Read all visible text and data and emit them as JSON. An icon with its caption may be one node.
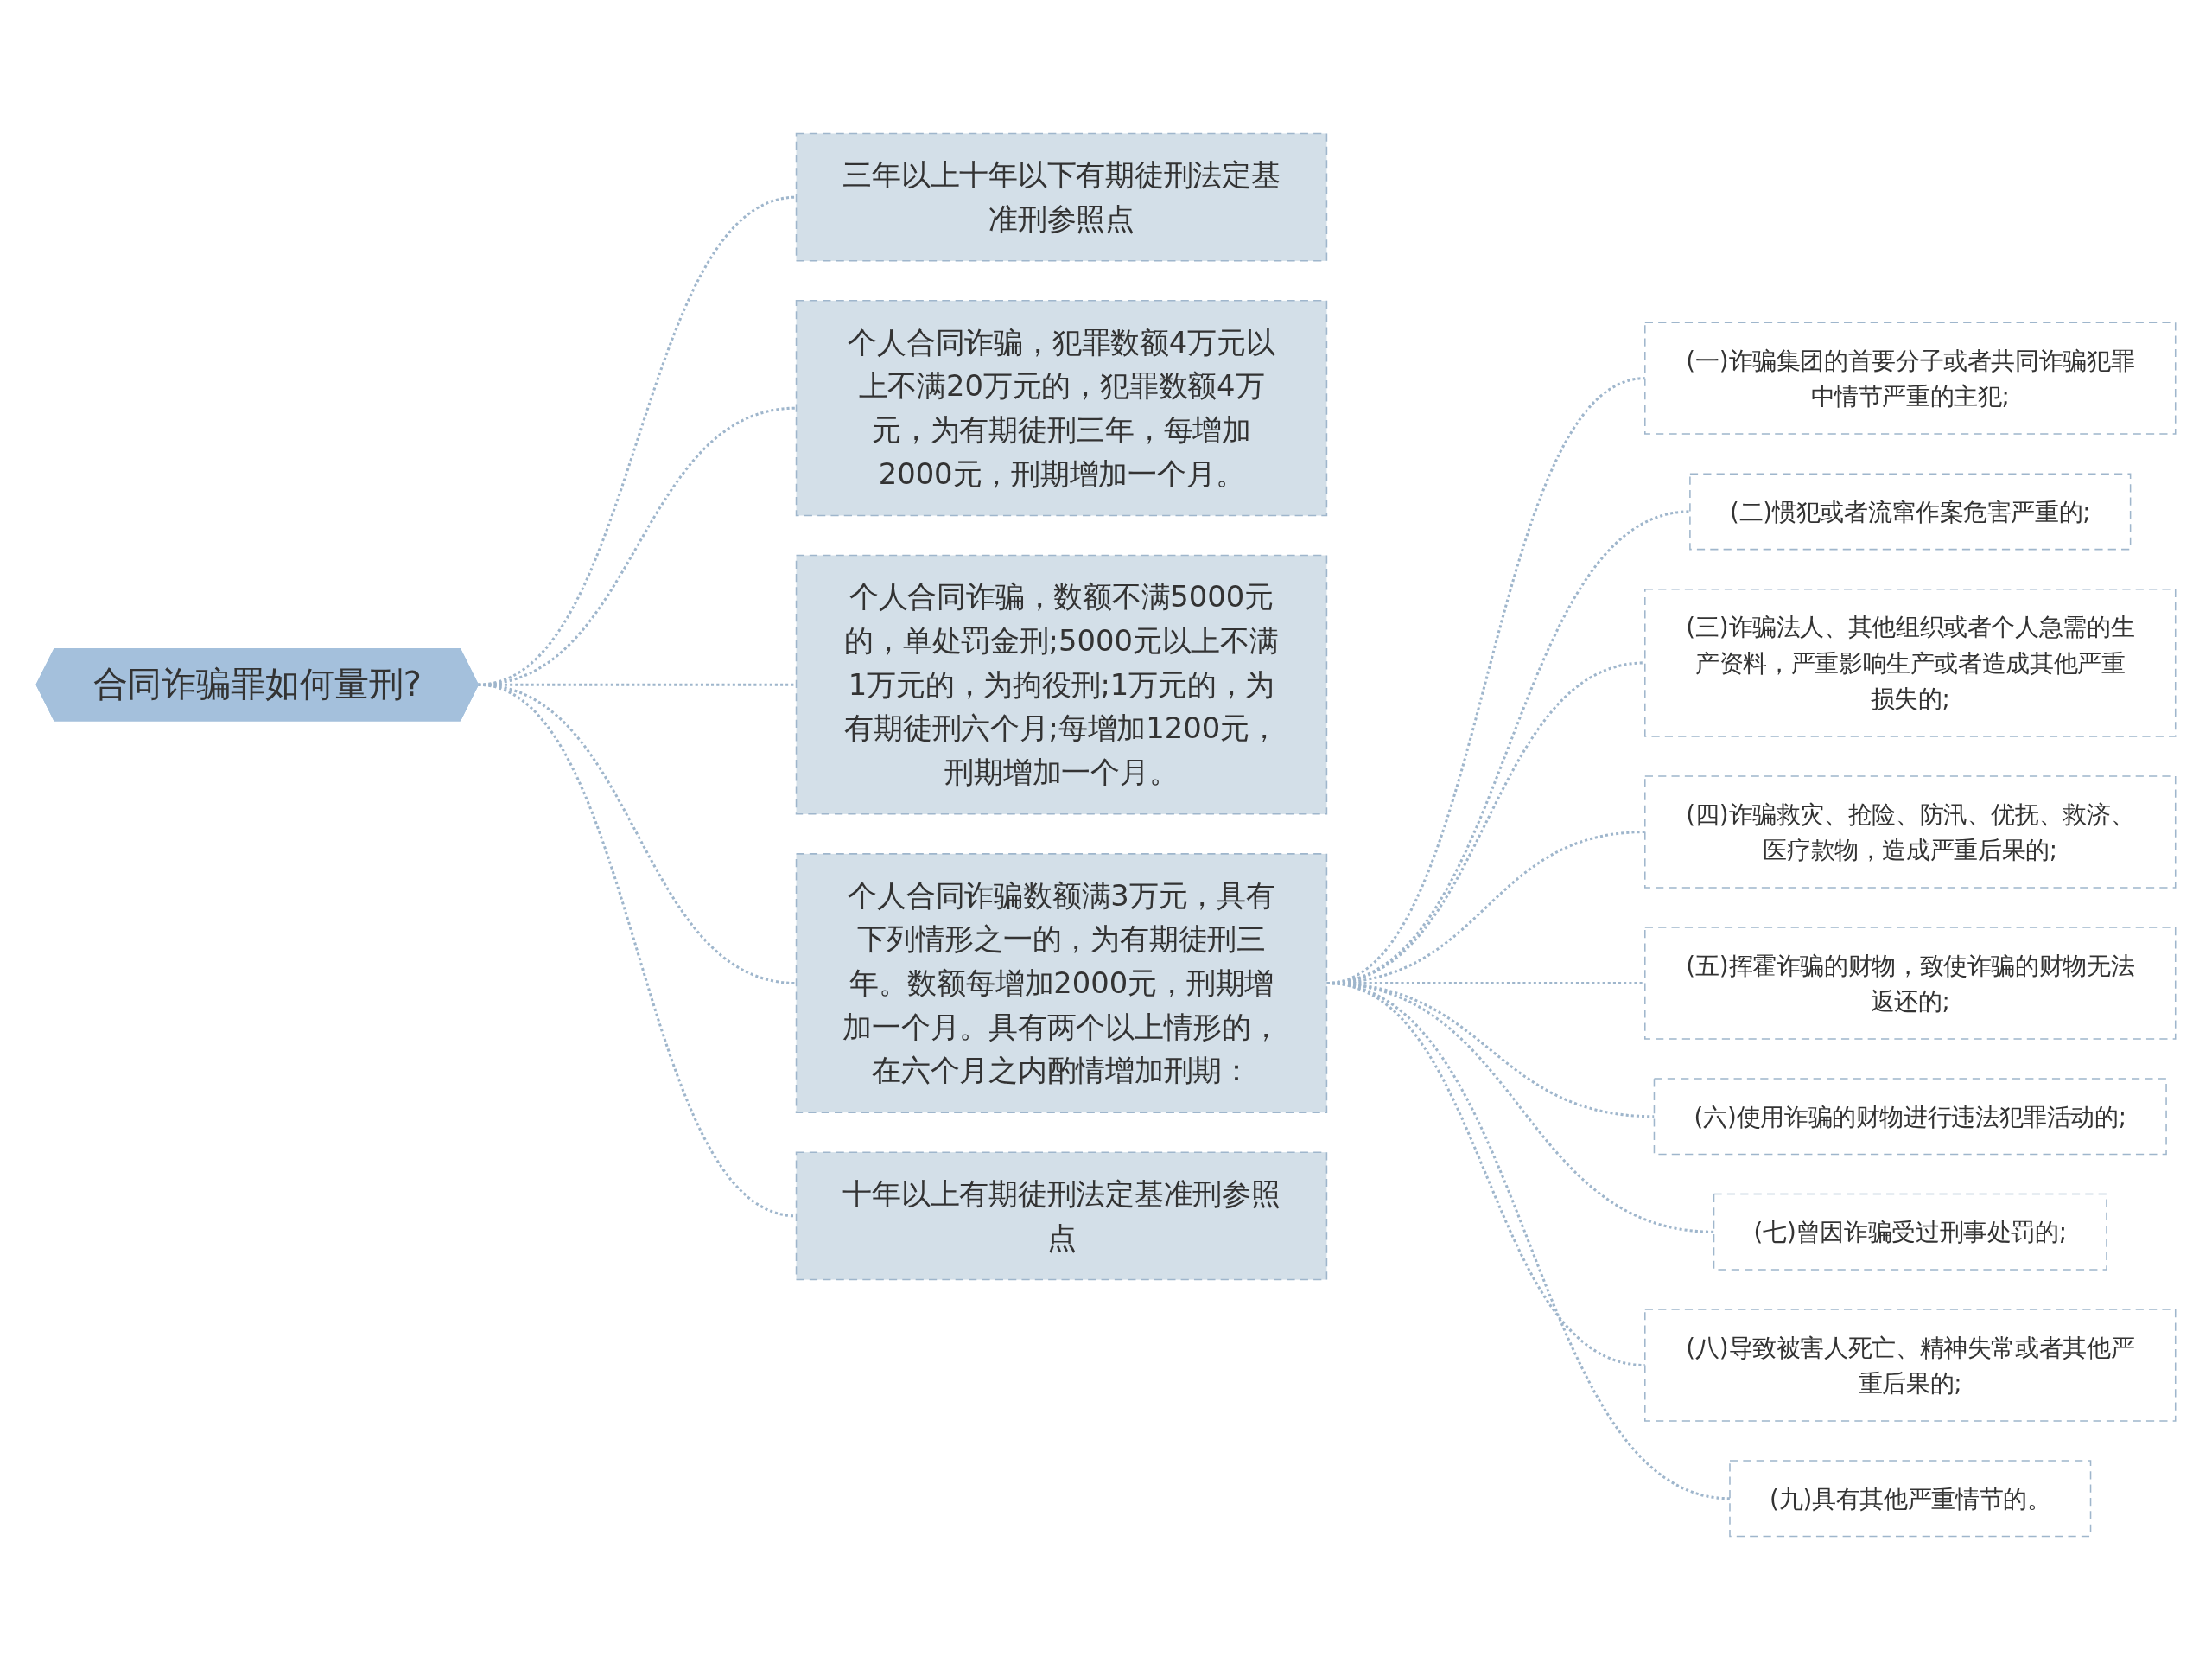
{
  "diagram": {
    "nodes": [
      {
        "text": [
          "合同诈骗罪如何量刑?"
        ]
      },
      {
        "text": [
          "三年以上十年以下有期徒刑法定基准刑参照点"
        ]
      },
      {
        "text": [
          "个人合同诈骗，犯罪数额4万元以上不满20万元的，犯罪数额4万元，为有期徒刑三年，每增加2000元，刑期增加一个月。"
        ]
      },
      {
        "text": [
          "个人合同诈骗，数额不满5000元的，单处罚金刑;5000元以上不满1万元的，为拘役刑;1万元的，为有期徒刑六个月;每增加1200元，刑期增加一个月。"
        ]
      },
      {
        "text": [
          "个人合同诈骗数额满3万元，具有下列情形之一的，为有期徒刑三年。数额每增加2000元，刑期增加一个月。具有两个以上情形的，在六个月之内酌情增加刑期："
        ]
      },
      {
        "text": [
          "(一)诈骗集团的首要分子或者共同诈骗犯罪中情节严重的主犯;"
        ]
      },
      {
        "text": [
          "(二)惯犯或者流窜作案危害严重的;"
        ]
      },
      {
        "text": [
          "(三)诈骗法人、其他组织或者个人急需的生产资料，严重影响生产或者造成其他严重损失的;"
        ]
      },
      {
        "text": [
          "(四)诈骗救灾、抢险、防汛、优抚、救济、医疗款物，造成严重后果的;"
        ]
      },
      {
        "text": [
          "(五)挥霍诈骗的财物，致使诈骗的财物无法返还的;"
        ]
      },
      {
        "text": [
          "(六)使用诈骗的财物进行违法犯罪活动的;"
        ]
      },
      {
        "text": [
          "(七)曾因诈骗受过刑事处罚的;"
        ]
      },
      {
        "text": [
          "(八)导致被害人死亡、精神失常或者其他严重后果的;"
        ]
      },
      {
        "text": [
          "(九)具有其他严重情节的。"
        ]
      },
      {
        "text": [
          "十年以上有期徒刑法定基准刑参照点"
        ]
      }
    ],
    "edges": [
      {
        "from": 0,
        "to": 1,
        "arrow": "none",
        "style": "dashed"
      },
      {
        "from": 0,
        "to": 2,
        "arrow": "none",
        "style": "dashed"
      },
      {
        "from": 0,
        "to": 3,
        "arrow": "none",
        "style": "dashed"
      },
      {
        "from": 0,
        "to": 4,
        "arrow": "none",
        "style": "dashed"
      },
      {
        "from": 4,
        "to": 5,
        "arrow": "none",
        "style": "dashed"
      },
      {
        "from": 4,
        "to": 6,
        "arrow": "none",
        "style": "dashed"
      },
      {
        "from": 4,
        "to": 7,
        "arrow": "none",
        "style": "dashed"
      },
      {
        "from": 4,
        "to": 8,
        "arrow": "none",
        "style": "dashed"
      },
      {
        "from": 4,
        "to": 9,
        "arrow": "none",
        "style": "dashed"
      },
      {
        "from": 4,
        "to": 10,
        "arrow": "none",
        "style": "dashed"
      },
      {
        "from": 4,
        "to": 11,
        "arrow": "none",
        "style": "dashed"
      },
      {
        "from": 4,
        "to": 12,
        "arrow": "none",
        "style": "dashed"
      },
      {
        "from": 4,
        "to": 13,
        "arrow": "none",
        "style": "dashed"
      },
      {
        "from": 0,
        "to": 14,
        "arrow": "none",
        "style": "dashed"
      }
    ]
  }
}
